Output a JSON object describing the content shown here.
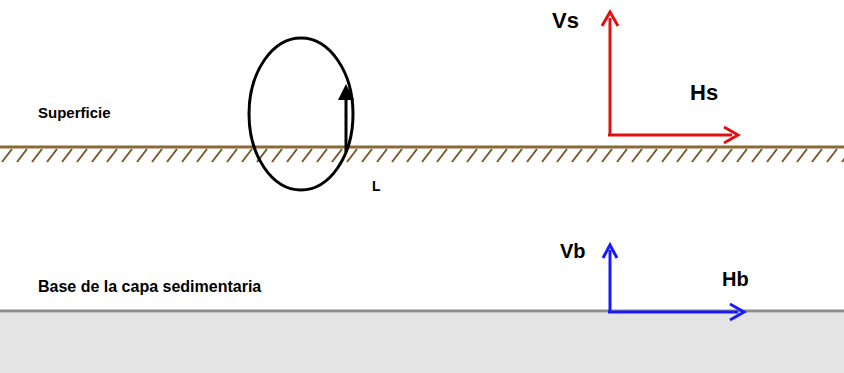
{
  "diagram": {
    "labels": [
      "Superficie",
      "L",
      "Vs",
      "Hs",
      "Vb",
      "Hb",
      "Base de la capa sedimentaria"
    ]
  }
}
